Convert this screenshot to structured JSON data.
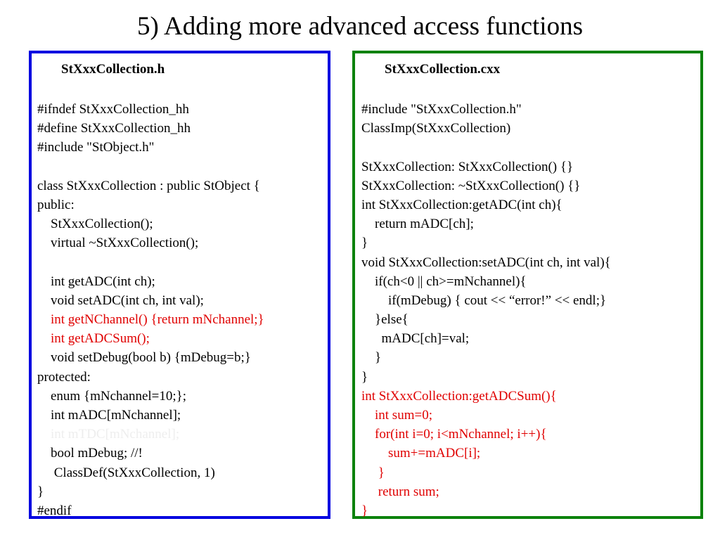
{
  "slide": {
    "title": "5) Adding more advanced access functions"
  },
  "header_file": {
    "heading": "StXxxCollection.h",
    "lines": [
      {
        "text": "#ifndef StXxxCollection_hh",
        "style": "normal"
      },
      {
        "text": "#define StXxxCollection_hh",
        "style": "normal"
      },
      {
        "text": "#include \"StObject.h\"",
        "style": "normal"
      },
      {
        "text": "",
        "style": "normal"
      },
      {
        "text": "class StXxxCollection : public StObject {",
        "style": "normal"
      },
      {
        "text": "public:",
        "style": "normal"
      },
      {
        "text": "    StXxxCollection();",
        "style": "normal"
      },
      {
        "text": "    virtual ~StXxxCollection();",
        "style": "normal"
      },
      {
        "text": "",
        "style": "normal"
      },
      {
        "text": "    int getADC(int ch);",
        "style": "normal"
      },
      {
        "text": "    void setADC(int ch, int val);",
        "style": "normal"
      },
      {
        "text": "    int getNChannel() {return mNchannel;}",
        "style": "red"
      },
      {
        "text": "    int getADCSum();",
        "style": "red"
      },
      {
        "text": "    void setDebug(bool b) {mDebug=b;}",
        "style": "normal"
      },
      {
        "text": "protected:",
        "style": "normal"
      },
      {
        "text": "    enum {mNchannel=10;};",
        "style": "normal"
      },
      {
        "text": "    int mADC[mNchannel];",
        "style": "normal"
      },
      {
        "text": "    int mTDC[mNchannel];",
        "style": "faint"
      },
      {
        "text": "    bool mDebug; //!",
        "style": "normal"
      },
      {
        "text": "     ClassDef(StXxxCollection, 1)",
        "style": "normal"
      },
      {
        "text": "}",
        "style": "normal"
      },
      {
        "text": "#endif",
        "style": "normal"
      }
    ]
  },
  "source_file": {
    "heading": "StXxxCollection.cxx",
    "lines": [
      {
        "text": "#include \"StXxxCollection.h\"",
        "style": "normal"
      },
      {
        "text": "ClassImp(StXxxCollection)",
        "style": "normal"
      },
      {
        "text": "",
        "style": "normal"
      },
      {
        "text": "StXxxCollection: StXxxCollection() {}",
        "style": "normal"
      },
      {
        "text": "StXxxCollection: ~StXxxCollection() {}",
        "style": "normal"
      },
      {
        "text": "int StXxxCollection:getADC(int ch){",
        "style": "normal"
      },
      {
        "text": "    return mADC[ch];",
        "style": "normal"
      },
      {
        "text": "}",
        "style": "normal"
      },
      {
        "text": "void StXxxCollection:setADC(int ch, int val){",
        "style": "normal"
      },
      {
        "text": "    if(ch<0 || ch>=mNchannel){",
        "style": "normal"
      },
      {
        "text": "        if(mDebug) { cout << “error!” << endl;}",
        "style": "normal"
      },
      {
        "text": "    }else{",
        "style": "normal"
      },
      {
        "text": "      mADC[ch]=val;",
        "style": "normal"
      },
      {
        "text": "    }",
        "style": "normal"
      },
      {
        "text": "}",
        "style": "normal"
      },
      {
        "text": "int StXxxCollection:getADCSum(){",
        "style": "red"
      },
      {
        "text": "    int sum=0;",
        "style": "red"
      },
      {
        "text": "    for(int i=0; i<mNchannel; i++){",
        "style": "red"
      },
      {
        "text": "        sum+=mADC[i];",
        "style": "red"
      },
      {
        "text": "     }",
        "style": "red"
      },
      {
        "text": "     return sum;",
        "style": "red"
      },
      {
        "text": "}",
        "style": "red"
      }
    ]
  },
  "colors": {
    "header_border": "#0000e0",
    "source_border": "#0a820a",
    "highlight": "#e00000",
    "faint": "#eeeeee"
  }
}
